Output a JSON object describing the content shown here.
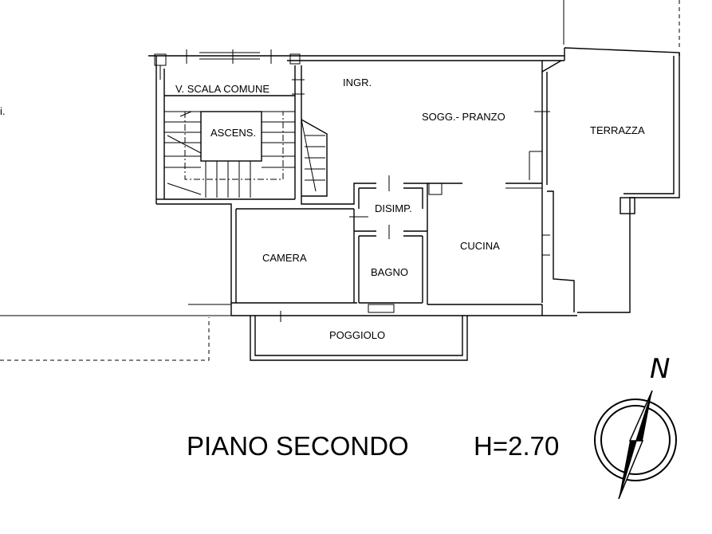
{
  "rooms": {
    "scala": "V. SCALA COMUNE",
    "ascensore": "ASCENS.",
    "ingresso": "INGR.",
    "soggiorno": "SOGG.- PRANZO",
    "terrazza": "TERRAZZA",
    "disimpegno": "DISIMP.",
    "camera": "CAMERA",
    "bagno": "BAGNO",
    "cucina": "CUCINA",
    "poggiolo": "POGGIOLO"
  },
  "edge_fragment": "i.",
  "footer": {
    "floor": "PIANO SECONDO",
    "height": "H=2.70"
  },
  "compass": {
    "label": "N"
  }
}
